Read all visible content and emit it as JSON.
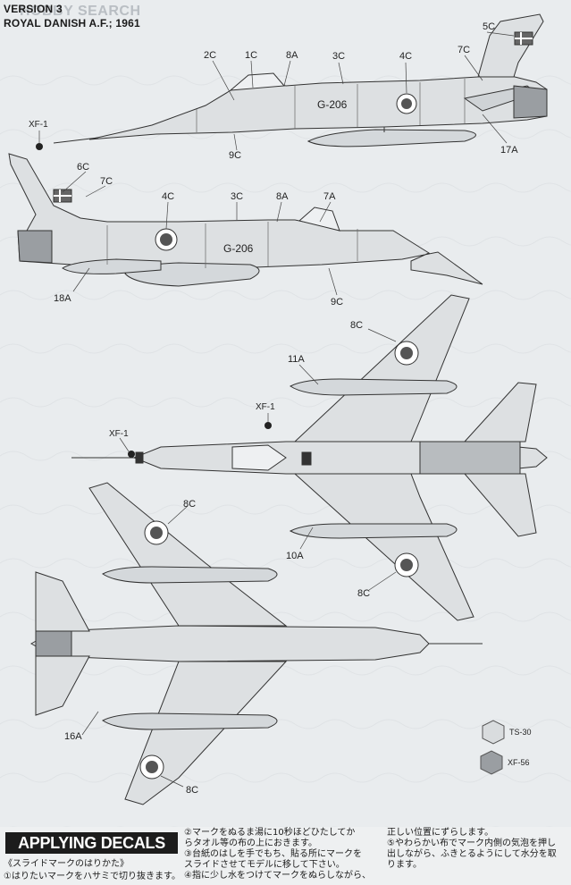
{
  "header": {
    "version": "VERSION 3",
    "unit": "ROYAL DANISH A.F.; 1961",
    "watermark": "HOBBY SEARCH"
  },
  "side_top": {
    "callouts": [
      "2C",
      "1C",
      "8A",
      "3C",
      "4C",
      "5C",
      "7C",
      "9C",
      "17A"
    ],
    "registration": "G-206"
  },
  "side_bottom": {
    "callouts": [
      "XF-1",
      "6C",
      "7C",
      "4C",
      "3C",
      "8A",
      "7A",
      "18A",
      "9C"
    ],
    "registration": "G-206"
  },
  "top_view": {
    "callouts": [
      "8C",
      "11A",
      "XF-1",
      "XF-1",
      "10A",
      "8C"
    ]
  },
  "bottom_view": {
    "callouts": [
      "8C",
      "16A",
      "8C"
    ]
  },
  "paints": [
    {
      "code": "TS-30",
      "color": "#c9ccce"
    },
    {
      "code": "XF-56",
      "color": "#9a9ea2"
    }
  ],
  "applying": {
    "title": "APPLYING DECALS",
    "col1": [
      "《スライドマークのはりかた》",
      "①はりたいマークをハサミで切り抜きます。"
    ],
    "col2": [
      "②マークをぬるま湯に10秒ほどひたしてか",
      "らタオル等の布の上におきます。",
      "③台紙のはしを手でもち、貼る所にマークを",
      "スライドさせてモデルに移して下さい。",
      "④指に少し水をつけてマークをぬらしながら、"
    ],
    "col3": [
      "正しい位置にずらします。",
      "⑤やわらかい布でマーク内側の気泡を押し",
      "出しながら、ふきとるようにして水分を取",
      "ります。"
    ]
  }
}
